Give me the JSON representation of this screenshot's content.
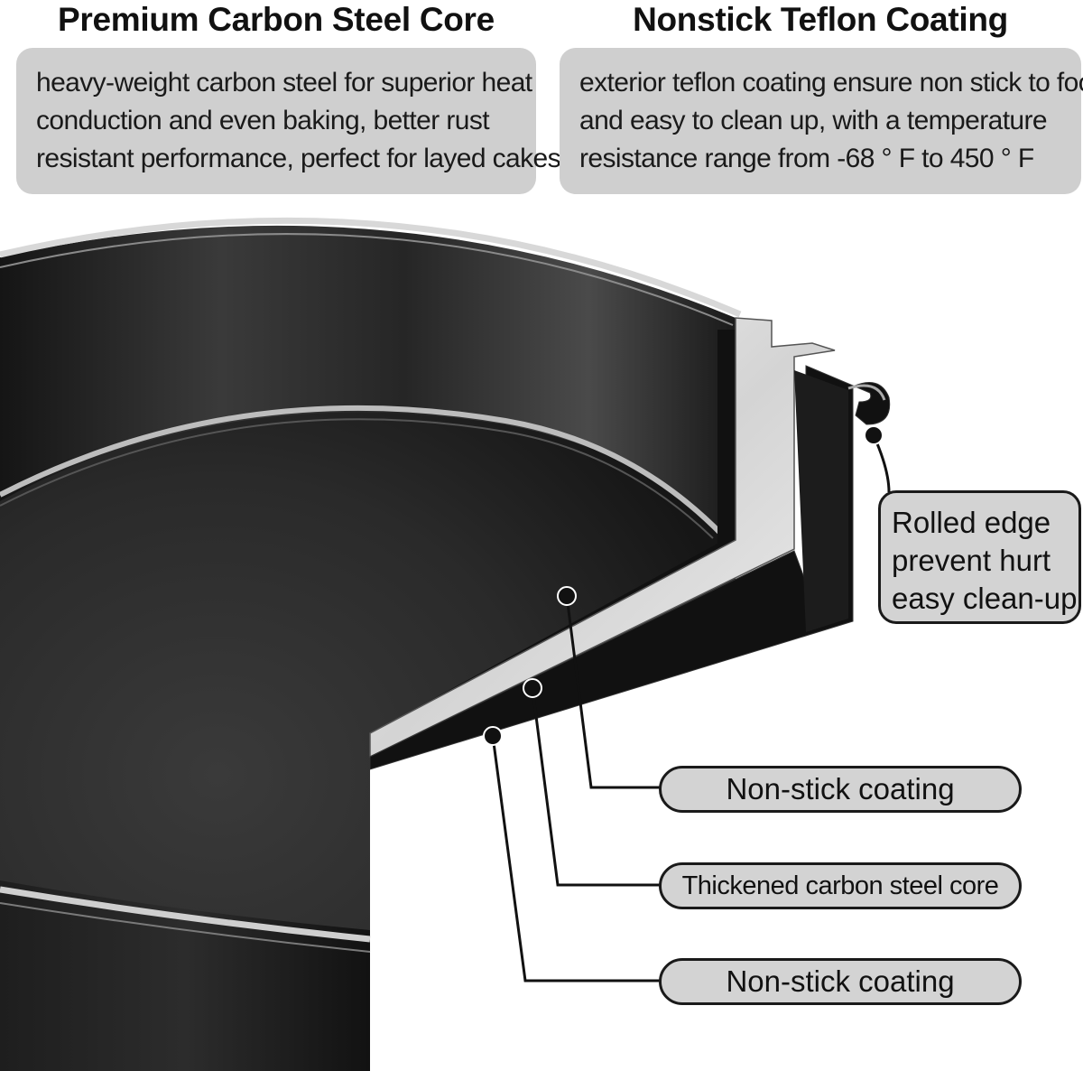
{
  "features": [
    {
      "title": "Premium Carbon Steel Core",
      "lines": [
        "heavy-weight carbon steel for superior heat",
        "conduction and even baking, better rust",
        "resistant performance, perfect for layed cakes"
      ]
    },
    {
      "title": "Nonstick Teflon Coating",
      "lines": [
        "exterior teflon coating ensure non stick to food",
        "and easy to clean up, with a temperature",
        "resistance range from -68 ° F to 450 ° F"
      ]
    }
  ],
  "callouts": {
    "rolled_edge": [
      "Rolled edge",
      "prevent hurt",
      "easy clean-up"
    ],
    "inner_coating": "Non-stick coating",
    "core": "Thickened carbon steel core",
    "outer_coating": "Non-stick coating"
  },
  "colors": {
    "box_background": "#cfcfcf",
    "pan_black": "#1c1c1c",
    "steel_core": "#e6e6e6"
  }
}
